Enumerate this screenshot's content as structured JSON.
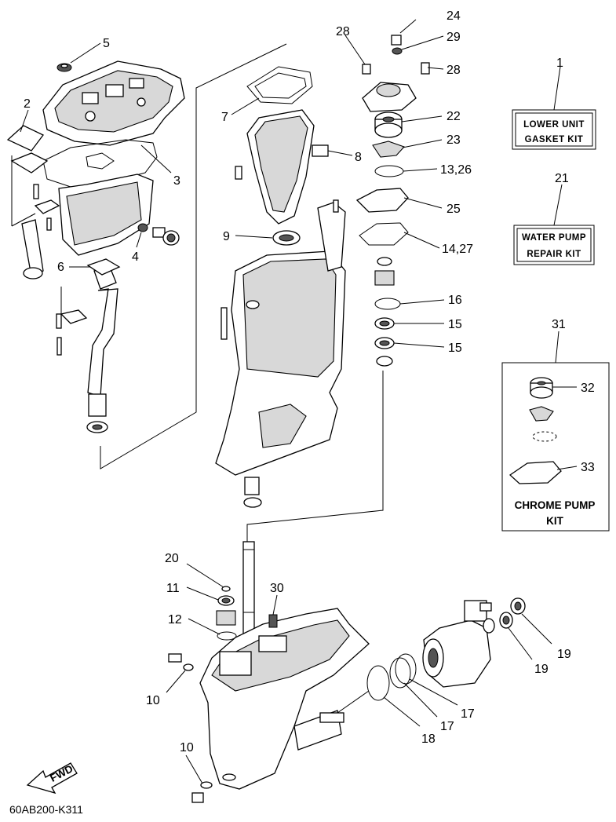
{
  "diagram": {
    "callouts": {
      "p1": "1",
      "p2": "2",
      "p3": "3",
      "p4": "4",
      "p5": "5",
      "p6": "6",
      "p7": "7",
      "p8": "8",
      "p9": "9",
      "p10a": "10",
      "p10b": "10",
      "p11": "11",
      "p12": "12",
      "p13_26": "13,26",
      "p14_27": "14,27",
      "p15a": "15",
      "p15b": "15",
      "p16": "16",
      "p17a": "17",
      "p17b": "17",
      "p18": "18",
      "p19a": "19",
      "p19b": "19",
      "p20": "20",
      "p21": "21",
      "p22": "22",
      "p23": "23",
      "p24": "24",
      "p25": "25",
      "p28a": "28",
      "p28b": "28",
      "p29": "29",
      "p30": "30",
      "p31": "31",
      "p32": "32",
      "p33": "33"
    },
    "kits": {
      "lower_unit_line1": "LOWER UNIT",
      "lower_unit_line2": "GASKET KIT",
      "water_pump_line1": "WATER PUMP",
      "water_pump_line2": "REPAIR KIT",
      "chrome_line1": "CHROME PUMP",
      "chrome_line2": "KIT"
    },
    "fwd_label": "FWD",
    "drawing_code": "60AB200-K311"
  }
}
